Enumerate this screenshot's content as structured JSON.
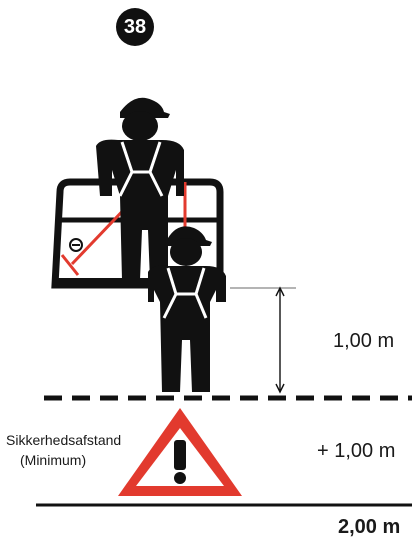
{
  "step_number": "38",
  "labels": {
    "height_platform": "1,00 m",
    "safety_distance_value": "+ 1,00 m",
    "total": "2,00 m",
    "safety_distance_title": "Sikkerhedsafstand",
    "safety_distance_sub": "(Minimum)"
  },
  "colors": {
    "ink": "#111111",
    "warning_red": "#e23a2e",
    "harness": "#ffffff"
  },
  "icons": {
    "warning": "warning-triangle-icon",
    "worker": "worker-silhouette-icon"
  }
}
